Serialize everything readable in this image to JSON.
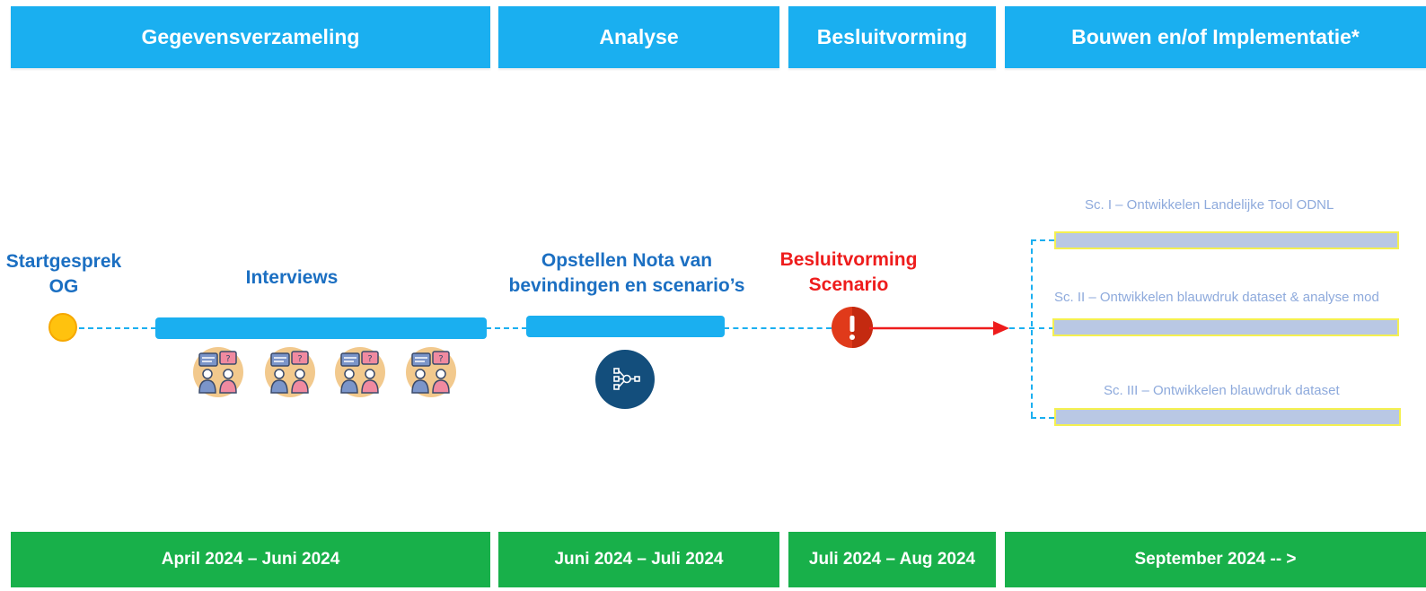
{
  "phases": [
    "Gegevensverzameling",
    "Analyse",
    "Besluitvorming",
    "Bouwen en/of Implementatie*"
  ],
  "periods": [
    "April 2024 – Juni 2024",
    "Juni 2024 – Juli 2024",
    "Juli 2024 – Aug 2024",
    "September 2024 -- >"
  ],
  "steps": {
    "start": {
      "line1": "Startgesprek",
      "line2": "OG"
    },
    "interviews": "Interviews",
    "nota": {
      "line1": "Opstellen Nota van",
      "line2": "bevindingen en scenario’s"
    },
    "besluit": {
      "line1": "Besluitvorming",
      "line2": "Scenario"
    }
  },
  "scenarios": [
    "Sc. I – Ontwikkelen Landelijke Tool ODNL",
    "Sc. II – Ontwikkelen blauwdruk dataset & analyse mod",
    "Sc. III – Ontwikkelen blauwdruk dataset"
  ],
  "icons": [
    "interview-icon",
    "network-analysis-icon",
    "alert-icon"
  ],
  "colors": {
    "phase_header": "#1aaff0",
    "period_footer": "#18b04a",
    "label_blue": "#1b6fc2",
    "decision_red": "#ee1c1c",
    "start_dot": "#ffc20e",
    "scenario_bar": "#b9c8e4",
    "analysis_circle": "#134e7c"
  }
}
